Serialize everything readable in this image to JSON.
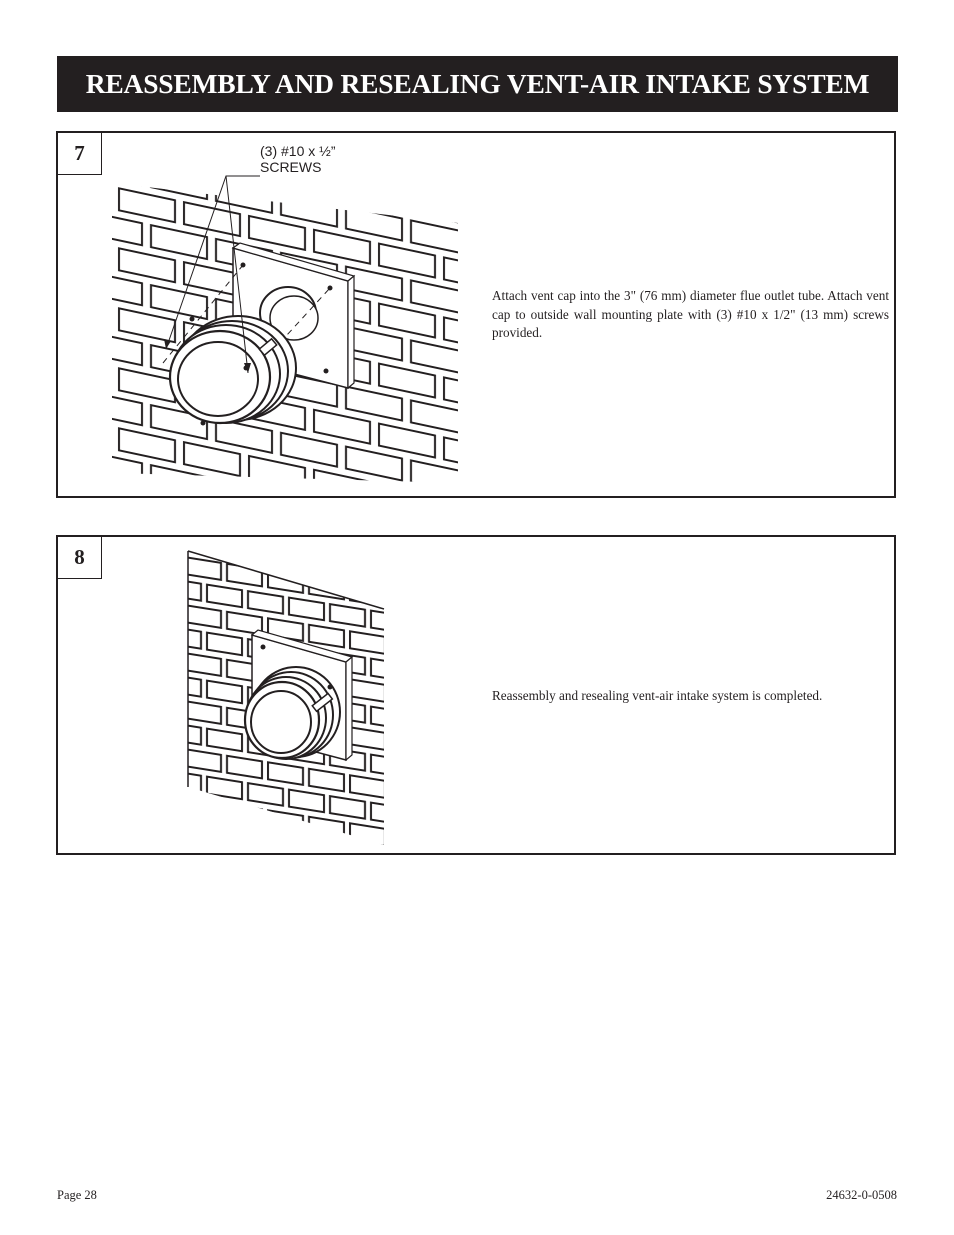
{
  "header": {
    "title": "REASSEMBLY AND RESEALING VENT-AIR INTAKE SYSTEM"
  },
  "steps": [
    {
      "number": "7",
      "callout_line1": "(3) #10 x  ½”",
      "callout_line2": "SCREWS",
      "text": "Attach vent cap into the 3\" (76 mm) diameter flue outlet tube. Attach vent cap to outside wall mounting plate with (3) #10 x 1/2\" (13 mm) screws provided."
    },
    {
      "number": "8",
      "text": "Reassembly and resealing vent-air intake system is completed."
    }
  ],
  "footer": {
    "page": "Page 28",
    "doc_number": "24632-0-0508"
  }
}
